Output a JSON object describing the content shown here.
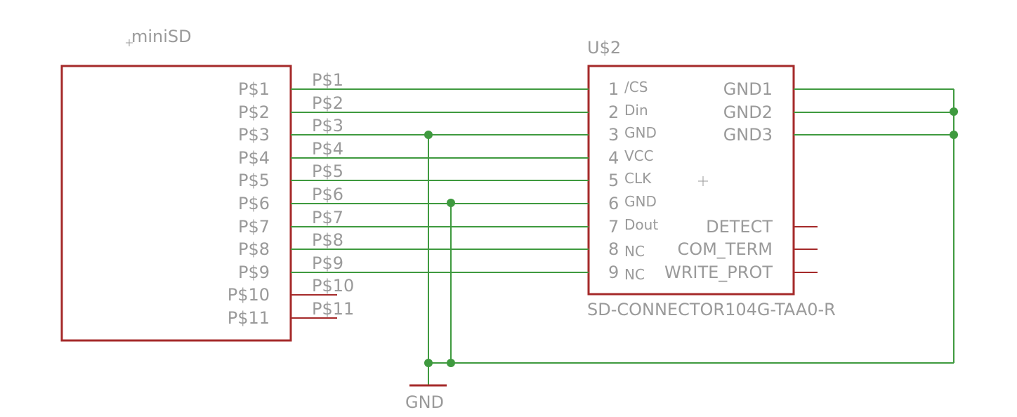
{
  "minisd": {
    "name": "miniSD",
    "pins": [
      "P$1",
      "P$2",
      "P$3",
      "P$4",
      "P$5",
      "P$6",
      "P$7",
      "P$8",
      "P$9",
      "P$10",
      "P$11"
    ]
  },
  "connector": {
    "name": "U$2",
    "value": "SD-CONNECTOR104G-TAA0-R",
    "left_pins": [
      {
        "num": "1",
        "name": "/CS"
      },
      {
        "num": "2",
        "name": "Din"
      },
      {
        "num": "3",
        "name": "GND"
      },
      {
        "num": "4",
        "name": "VCC"
      },
      {
        "num": "5",
        "name": "CLK"
      },
      {
        "num": "6",
        "name": "GND"
      },
      {
        "num": "7",
        "name": "Dout"
      },
      {
        "num": "8",
        "name": "NC"
      },
      {
        "num": "9",
        "name": "NC"
      }
    ],
    "right_pins": [
      "GND1",
      "GND2",
      "GND3",
      "DETECT",
      "COM_TERM",
      "WRITE_PROT"
    ]
  },
  "gnd_symbol": {
    "name": "GND"
  },
  "colors": {
    "symbol": "#a52a2a",
    "wire": "#3f9a3f",
    "text": "#9a9a9a",
    "background": "#ffffff"
  }
}
